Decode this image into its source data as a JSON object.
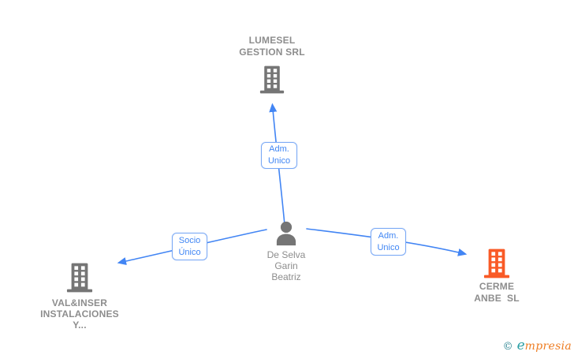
{
  "nodes": {
    "lumesel": {
      "type": "company",
      "lines": [
        "LUMESEL",
        "GESTION SRL"
      ]
    },
    "person": {
      "type": "person",
      "lines": [
        "De Selva",
        "Garin",
        "Beatriz"
      ]
    },
    "valinser": {
      "type": "company",
      "lines": [
        "VAL&INSER",
        "INSTALACIONES",
        "Y..."
      ]
    },
    "cerme": {
      "type": "company",
      "highlighted": true,
      "lines": [
        "CERME",
        "ANBE  SL"
      ]
    }
  },
  "edge_labels": {
    "adm_unico_top": {
      "lines": [
        "Adm.",
        "Unico"
      ]
    },
    "socio_unico": {
      "lines": [
        "Socio",
        "Único"
      ]
    },
    "adm_unico_right": {
      "lines": [
        "Adm.",
        "Unico"
      ]
    }
  },
  "footer": {
    "copyright": "©",
    "brand_e": "e",
    "brand_rest": "mpresia"
  },
  "colors": {
    "edge_blue": "#4285f4",
    "edge_label_border": "#79a8f5",
    "edge_label_text": "#4086f4",
    "node_icon_gray": "#757575",
    "node_text_gray": "#8d8d8d",
    "highlight_orange": "#f95a26",
    "brand_teal": "#26808e",
    "brand_orange": "#ee7d23"
  }
}
